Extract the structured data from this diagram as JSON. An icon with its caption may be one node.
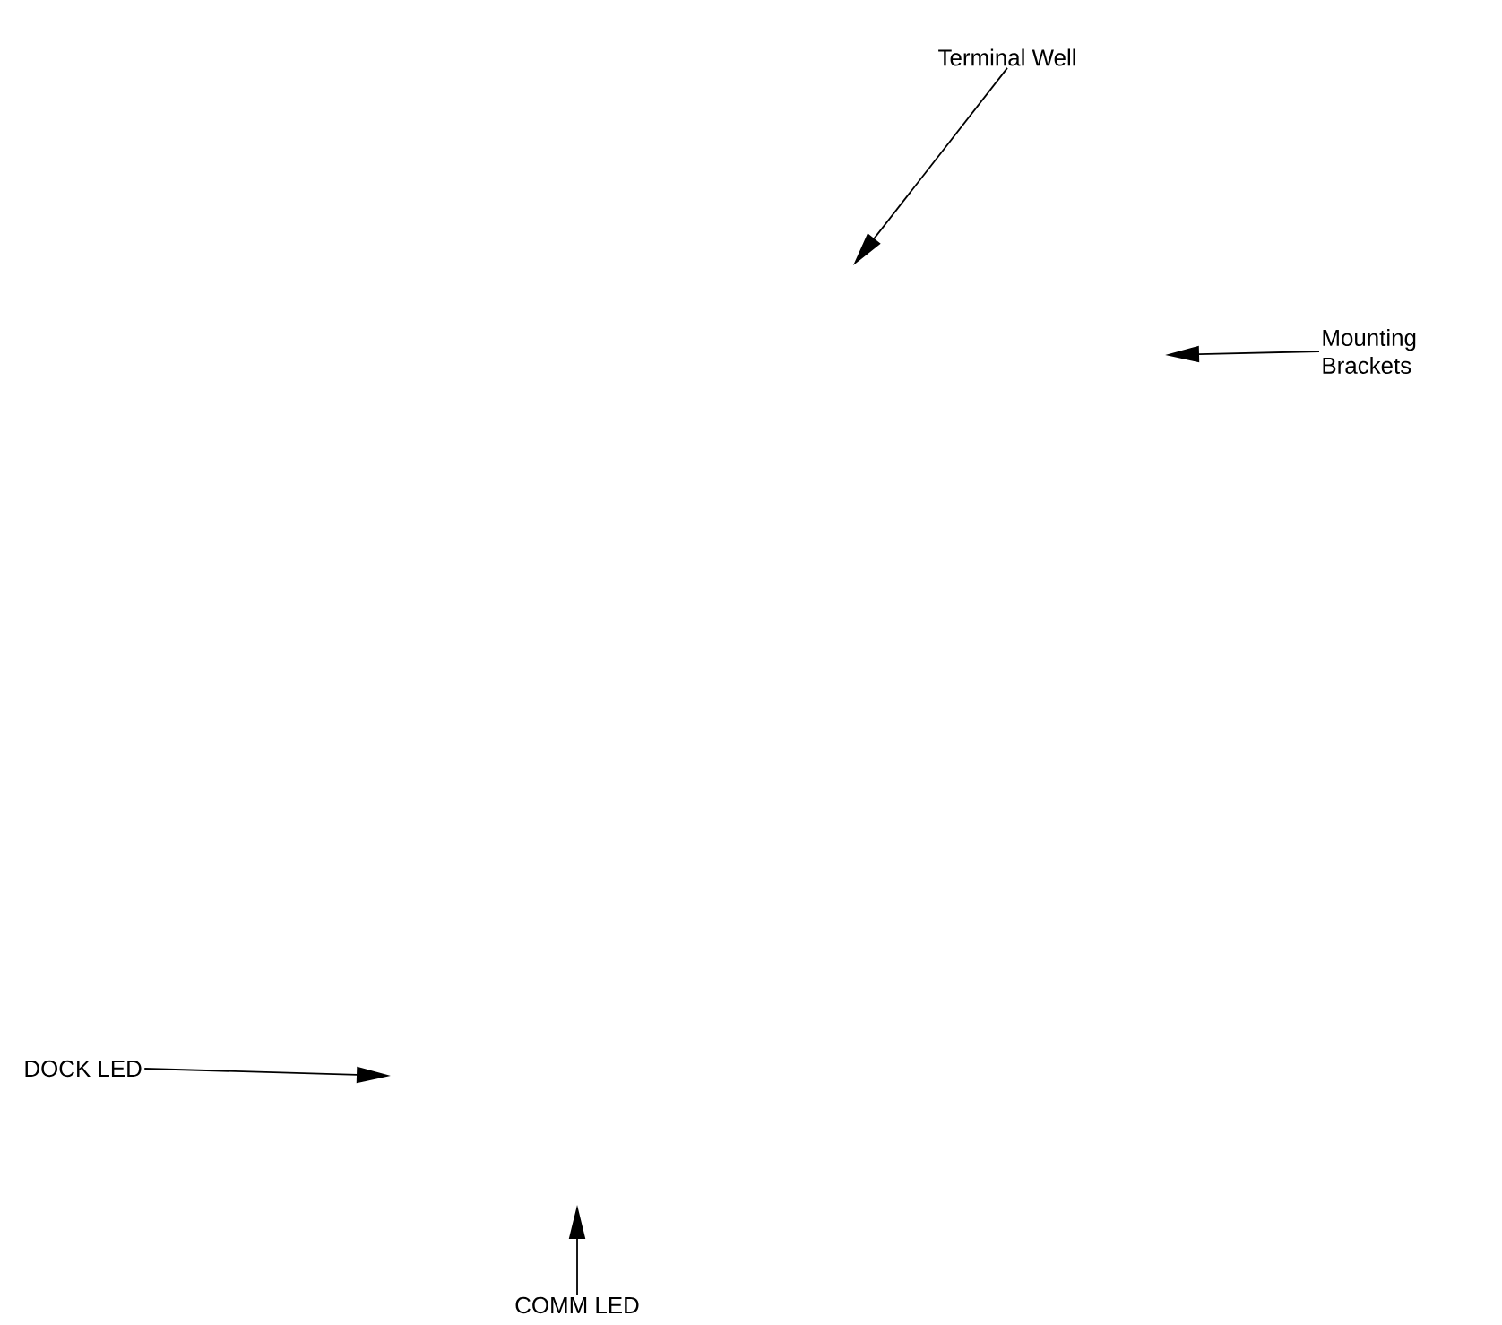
{
  "diagram": {
    "nodes": [
      {
        "text": [
          "Terminal Well"
        ]
      },
      {
        "text": [
          "Mounting Brackets"
        ]
      },
      {
        "text": [
          "DOCK LED"
        ]
      },
      {
        "text": [
          "COMM LED"
        ]
      }
    ],
    "edges": [
      {
        "from": 0,
        "to": null,
        "arrow": "to"
      },
      {
        "from": 1,
        "to": null,
        "arrow": "to"
      },
      {
        "from": 2,
        "to": null,
        "arrow": "to"
      },
      {
        "from": 3,
        "to": null,
        "arrow": "to"
      }
    ]
  }
}
